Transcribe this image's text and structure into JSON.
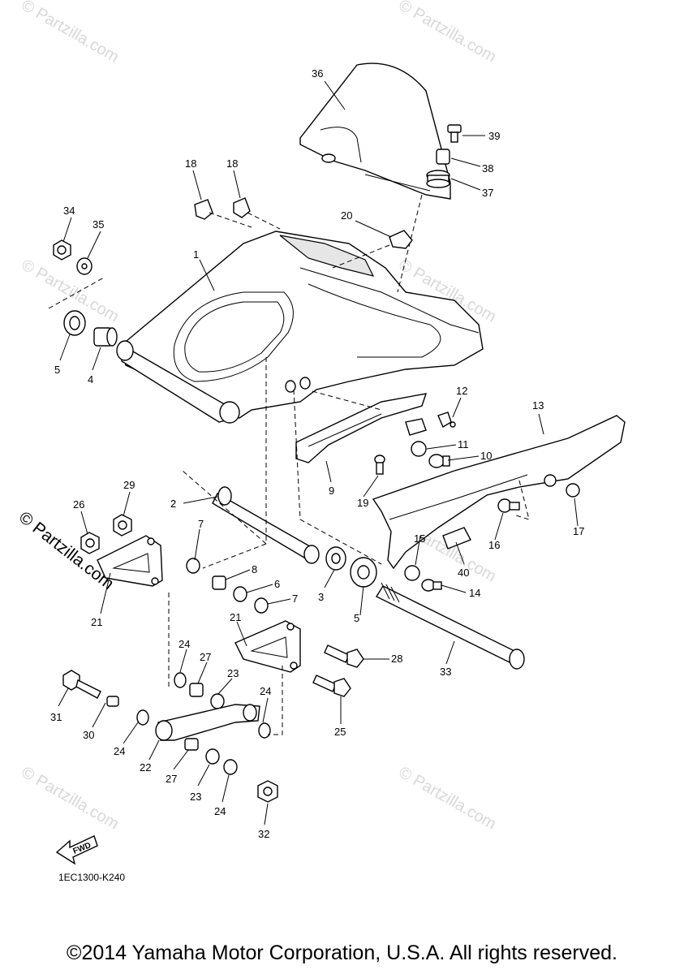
{
  "watermark_text": "© Partzilla.com",
  "watermark_count": 8,
  "diagram_code": "1EC1300-K240",
  "fwd_label": "FWD",
  "copyright": "©2014 Yamaha Motor Corporation, U.S.A. All rights reserved.",
  "callout_labels": [
    "36",
    "39",
    "38",
    "37",
    "18",
    "18",
    "20",
    "34",
    "35",
    "1",
    "5",
    "4",
    "12",
    "13",
    "11",
    "10",
    "9",
    "19",
    "29",
    "26",
    "2",
    "7",
    "8",
    "6",
    "7",
    "3",
    "5",
    "16",
    "17",
    "15",
    "40",
    "14",
    "21",
    "21",
    "28",
    "33",
    "24",
    "27",
    "23",
    "24",
    "31",
    "30",
    "24",
    "22",
    "27",
    "23",
    "24",
    "25",
    "32"
  ]
}
